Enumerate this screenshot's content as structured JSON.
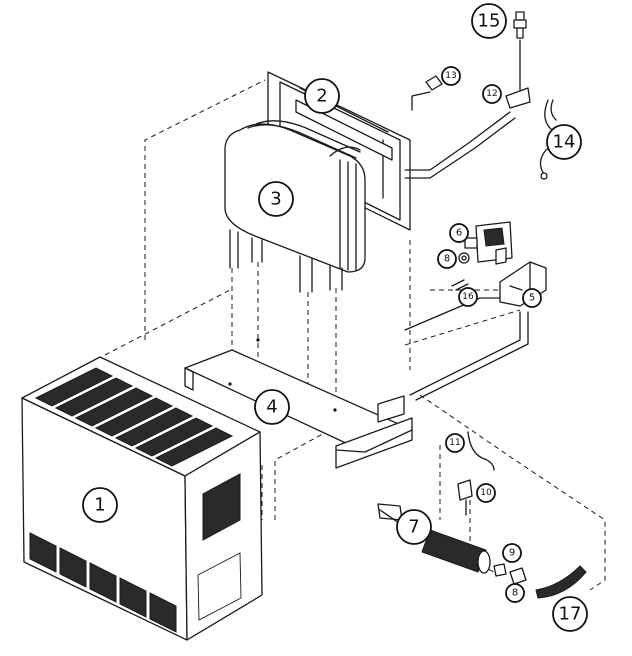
{
  "callouts": [
    {
      "id": "1",
      "label": "1"
    },
    {
      "id": "2",
      "label": "2"
    },
    {
      "id": "3",
      "label": "3"
    },
    {
      "id": "4",
      "label": "4"
    },
    {
      "id": "5",
      "label": "5"
    },
    {
      "id": "6",
      "label": "6"
    },
    {
      "id": "7",
      "label": "7"
    },
    {
      "id": "8a",
      "label": "8"
    },
    {
      "id": "8b",
      "label": "8"
    },
    {
      "id": "9",
      "label": "9"
    },
    {
      "id": "10",
      "label": "10"
    },
    {
      "id": "11",
      "label": "11"
    },
    {
      "id": "12",
      "label": "12"
    },
    {
      "id": "13",
      "label": "13"
    },
    {
      "id": "14",
      "label": "14"
    },
    {
      "id": "15",
      "label": "15"
    },
    {
      "id": "16",
      "label": "16"
    },
    {
      "id": "17",
      "label": "17"
    }
  ]
}
